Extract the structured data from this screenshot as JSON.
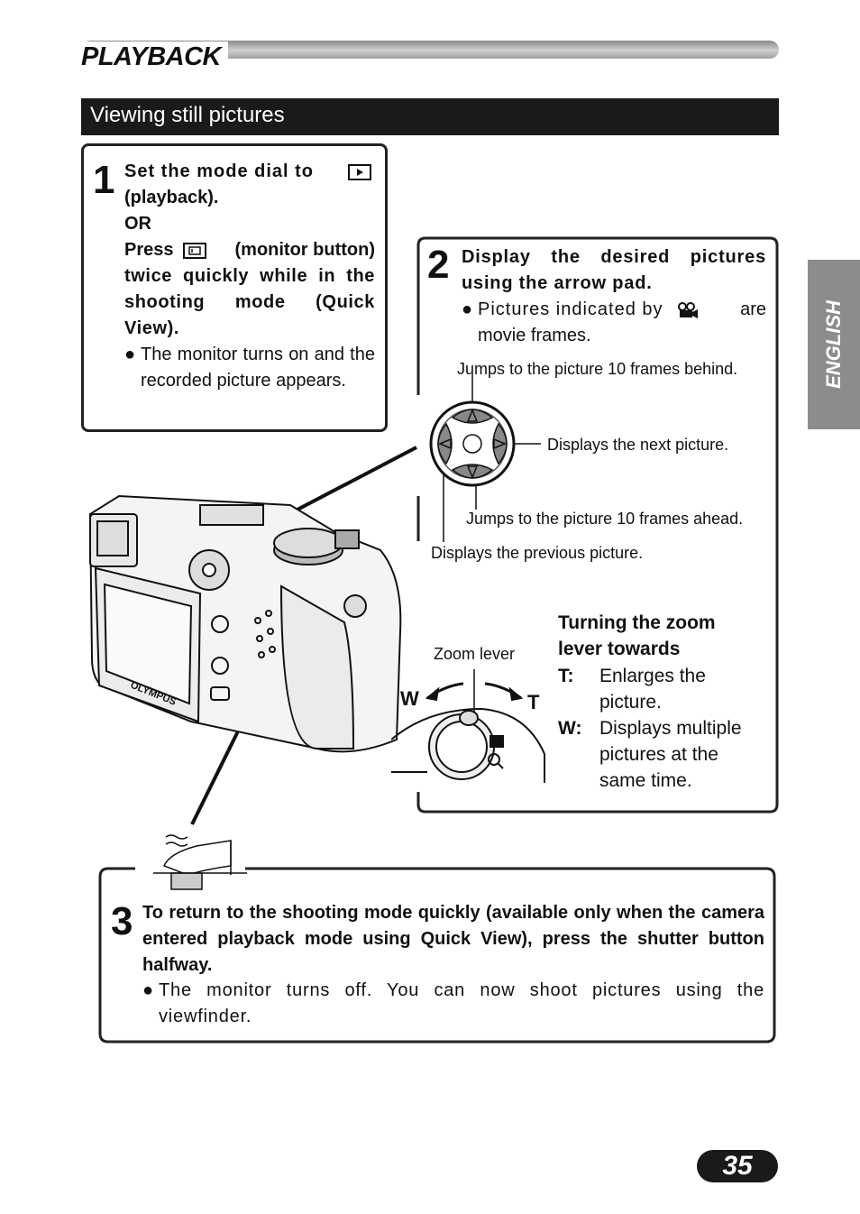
{
  "header": {
    "title": "PLAYBACK",
    "section": "Viewing still pictures"
  },
  "side_tab": {
    "label": "ENGLISH"
  },
  "step1": {
    "number": "1",
    "line1": "Set the mode dial to",
    "line1b": "(playback).",
    "or": "OR",
    "press": "Press",
    "press_b": "(monitor button)",
    "line_rest": "twice quickly while in the shooting mode (Quick View).",
    "bullet": "The monitor turns on and the recorded picture appears."
  },
  "step2": {
    "number": "2",
    "title": "Display the desired pictures using the arrow pad.",
    "bullet_a": "Pictures indicated by",
    "bullet_b": "are movie frames.",
    "label_up": "Jumps to the picture 10 frames behind.",
    "label_right": "Displays the next picture.",
    "label_down": "Jumps to the picture 10 frames ahead.",
    "label_left": "Displays the previous picture.",
    "zoom_lever_label": "Zoom lever",
    "w_mark": "W",
    "t_mark": "T",
    "zoom_title": "Turning the zoom lever towards",
    "t_key": "T",
    "t_desc": "Enlarges the picture.",
    "w_key": "W",
    "w_desc": "Displays multiple pictures at the same time."
  },
  "step3": {
    "number": "3",
    "title": "To return to the shooting mode quickly (available only when the camera entered playback mode using Quick View), press the shutter button halfway.",
    "bullet": "The monitor turns off. You can now shoot pictures using the viewfinder."
  },
  "camera_brand": "OLYMPUS",
  "page_number": "35",
  "icons": {
    "playback": "playback-icon",
    "monitor": "monitor-button-icon",
    "movie": "movie-icon",
    "arrow_pad": "arrow-pad-icon"
  }
}
